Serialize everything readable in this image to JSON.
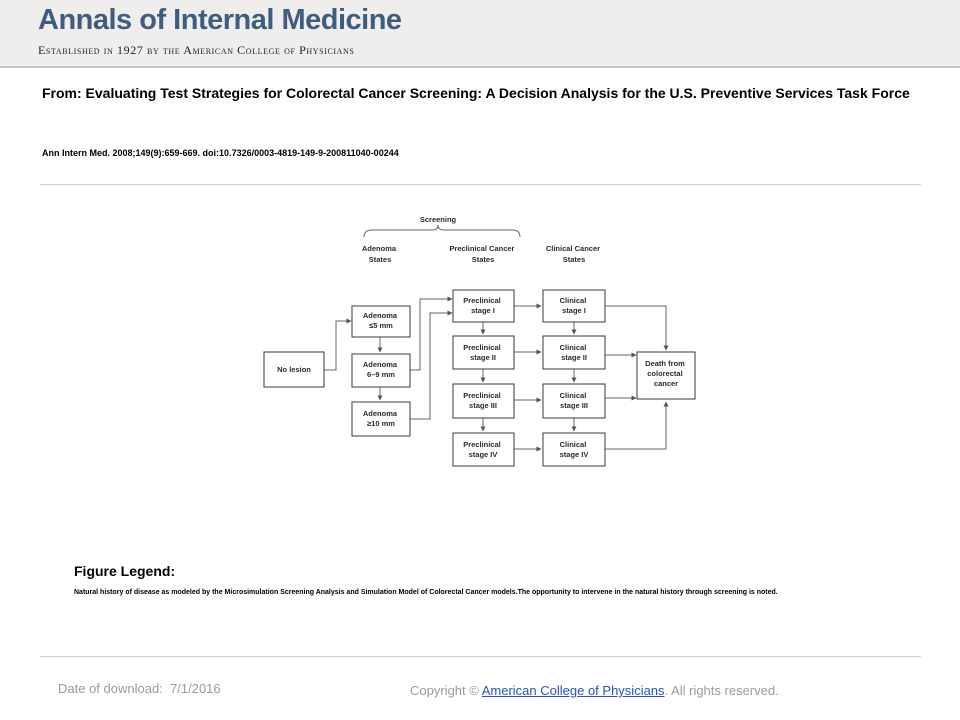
{
  "header": {
    "journal_title": "Annals of Internal Medicine",
    "journal_subtitle": "Established in 1927 by the American College of Physicians"
  },
  "article": {
    "from_line": "From: Evaluating Test Strategies for Colorectal Cancer Screening: A Decision Analysis for the U.S. Preventive Services Task Force",
    "citation": "Ann Intern Med. 2008;149(9):659-669. doi:10.7326/0003-4819-149-9-200811040-00244"
  },
  "figure": {
    "screening_label": "Screening",
    "col_adenoma": [
      "Adenoma",
      "States"
    ],
    "col_preclinical": [
      "Preclinical Cancer",
      "States"
    ],
    "col_clinical": [
      "Clinical Cancer",
      "States"
    ],
    "no_lesion": "No lesion",
    "adenoma_boxes": [
      [
        "Adenoma",
        "≤5 mm"
      ],
      [
        "Adenoma",
        "6–9 mm"
      ],
      [
        "Adenoma",
        "≥10 mm"
      ]
    ],
    "preclinical_boxes": [
      [
        "Preclinical",
        "stage I"
      ],
      [
        "Preclinical",
        "stage II"
      ],
      [
        "Preclinical",
        "stage III"
      ],
      [
        "Preclinical",
        "stage IV"
      ]
    ],
    "clinical_boxes": [
      [
        "Clinical",
        "stage I"
      ],
      [
        "Clinical",
        "stage II"
      ],
      [
        "Clinical",
        "stage III"
      ],
      [
        "Clinical",
        "stage IV"
      ]
    ],
    "death_box": [
      "Death from",
      "colorectal",
      "cancer"
    ]
  },
  "legend": {
    "heading": "Figure Legend:",
    "text": "Natural history of disease as modeled by the Microsimulation Screening Analysis and Simulation Model of Colorectal Cancer models.The opportunity to intervene in the natural history through screening is noted."
  },
  "footer": {
    "date_label": "Date of download:",
    "date_value": "7/1/2016",
    "copyright_prefix": "Copyright ©",
    "publisher_link": "American College of Physicians",
    "copyright_suffix": ". All rights reserved."
  }
}
